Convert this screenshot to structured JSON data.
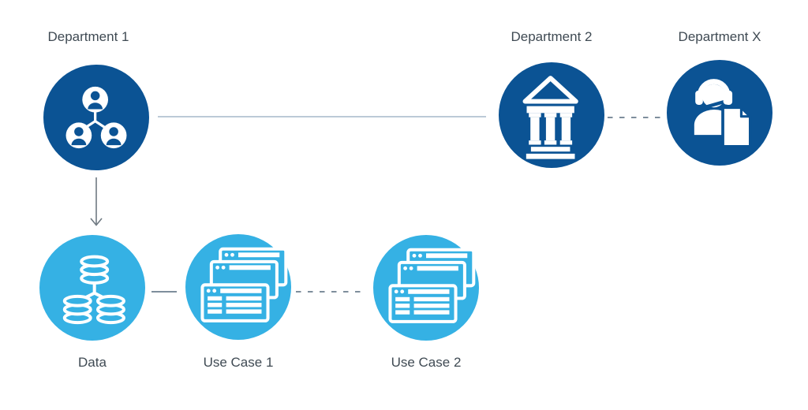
{
  "colors": {
    "dark_blue": "#0B5394",
    "light_blue": "#35B1E4",
    "line_light": "#A5B8CA",
    "line_dark": "#7E8E9C",
    "arrow": "#6F7982",
    "text": "#3F4A53",
    "background": "#FFFFFF",
    "icon_white": "#FFFFFF"
  },
  "diagram": {
    "nodes": [
      {
        "id": "department-1",
        "label": "Department 1",
        "icon": "org-people-icon",
        "shade": "dark"
      },
      {
        "id": "department-2",
        "label": "Department 2",
        "icon": "bank-icon",
        "shade": "dark"
      },
      {
        "id": "department-x",
        "label": "Department X",
        "icon": "support-agent-document-icon",
        "shade": "dark"
      },
      {
        "id": "data",
        "label": "Data",
        "icon": "linked-databases-icon",
        "shade": "light"
      },
      {
        "id": "use-case-1",
        "label": "Use Case 1",
        "icon": "stacked-app-windows-icon",
        "shade": "light"
      },
      {
        "id": "use-case-2",
        "label": "Use Case 2",
        "icon": "stacked-app-windows-icon",
        "shade": "light"
      }
    ],
    "edges": [
      {
        "from": "department-1",
        "to": "department-2",
        "style": "solid"
      },
      {
        "from": "department-2",
        "to": "department-x",
        "style": "dashed"
      },
      {
        "from": "department-1",
        "to": "data",
        "style": "arrow"
      },
      {
        "from": "data",
        "to": "use-case-1",
        "style": "solid"
      },
      {
        "from": "use-case-1",
        "to": "use-case-2",
        "style": "dashed"
      }
    ]
  }
}
